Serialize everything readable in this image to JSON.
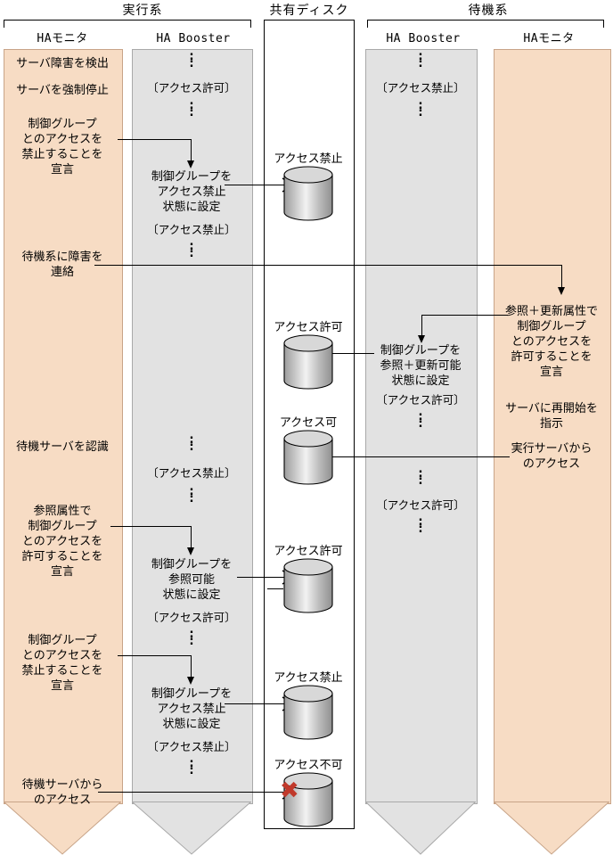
{
  "diagram": {
    "title_active": "実行系",
    "title_disk": "共有ディスク",
    "title_standby": "待機系",
    "lane_labels": {
      "active_monitor": "HAモニタ",
      "active_booster": "HA Booster",
      "standby_booster": "HA Booster",
      "standby_monitor": "HAモニタ"
    },
    "colors": {
      "monitor_fill": "#f7dcc4",
      "monitor_border": "#c8a488",
      "booster_fill": "#e2e2e2",
      "booster_border": "#a9a9a9",
      "line": "#000000",
      "x_mark": "#c0392b"
    }
  },
  "active_monitor_steps": [
    {
      "id": "detect-failure",
      "text": "サーバ障害を検出"
    },
    {
      "id": "force-stop",
      "text": "サーバを強制停止"
    },
    {
      "id": "declare-deny",
      "text": "制御グループ\nとのアクセスを\n禁止することを\n宣言"
    },
    {
      "id": "notify-standby",
      "text": "待機系に障害を\n連絡"
    },
    {
      "id": "recognize-standby",
      "text": "待機サーバを認識"
    },
    {
      "id": "declare-ref-allow",
      "text": "参照属性で\n制御グループ\nとのアクセスを\n許可することを\n宣言"
    },
    {
      "id": "declare-deny-2",
      "text": "制御グループ\nとのアクセスを\n禁止することを\n宣言"
    },
    {
      "id": "access-from-standby",
      "text": "待機サーバから\nのアクセス"
    }
  ],
  "active_booster_steps": [
    {
      "id": "state-allow-1",
      "text": "〔アクセス許可〕"
    },
    {
      "id": "set-deny-1",
      "text": "制御グループを\nアクセス禁止\n状態に設定"
    },
    {
      "id": "state-deny-1",
      "text": "〔アクセス禁止〕"
    },
    {
      "id": "state-deny-2",
      "text": "〔アクセス禁止〕"
    },
    {
      "id": "set-ref-ok",
      "text": "制御グループを\n参照可能\n状態に設定"
    },
    {
      "id": "state-allow-2",
      "text": "〔アクセス許可〕"
    },
    {
      "id": "set-deny-2",
      "text": "制御グループを\nアクセス禁止\n状態に設定"
    },
    {
      "id": "state-deny-3",
      "text": "〔アクセス禁止〕"
    }
  ],
  "standby_booster_steps": [
    {
      "id": "sb-state-deny-1",
      "text": "〔アクセス禁止〕"
    },
    {
      "id": "sb-set-rw",
      "text": "制御グループを\n参照＋更新可能\n状態に設定"
    },
    {
      "id": "sb-state-allow-1",
      "text": "〔アクセス許可〕"
    },
    {
      "id": "sb-state-allow-2",
      "text": "〔アクセス許可〕"
    }
  ],
  "standby_monitor_steps": [
    {
      "id": "declare-rw-allow",
      "text": "参照＋更新属性で\n制御グループ\nとのアクセスを\n許可することを\n宣言"
    },
    {
      "id": "instruct-restart",
      "text": "サーバに再開始を\n指示"
    },
    {
      "id": "access-from-active",
      "text": "実行サーバから\nのアクセス"
    }
  ],
  "disks": [
    {
      "id": "disk-deny-1",
      "label": "アクセス禁止",
      "blocked": false
    },
    {
      "id": "disk-allow-1",
      "label": "アクセス許可",
      "blocked": false
    },
    {
      "id": "disk-ok",
      "label": "アクセス可",
      "blocked": false
    },
    {
      "id": "disk-allow-2",
      "label": "アクセス許可",
      "blocked": false
    },
    {
      "id": "disk-deny-2",
      "label": "アクセス禁止",
      "blocked": false
    },
    {
      "id": "disk-unavailable",
      "label": "アクセス不可",
      "blocked": true,
      "mark": "✖"
    }
  ]
}
